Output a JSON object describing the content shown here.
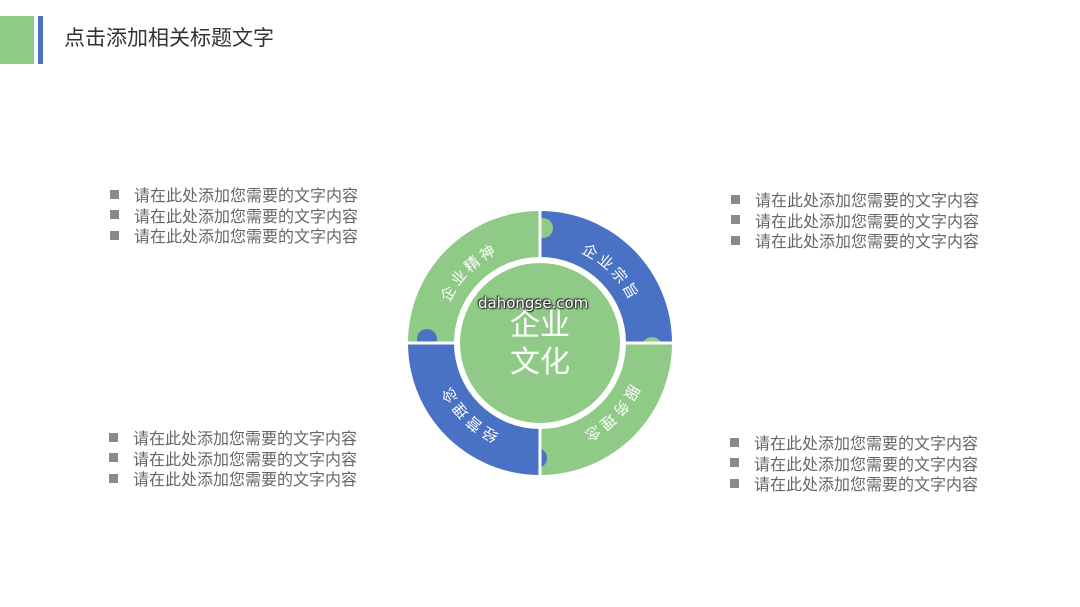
{
  "header": {
    "title": "点击添加相关标题文字"
  },
  "blocks": {
    "top_left": [
      "请在此处添加您需要的文字内容",
      "请在此处添加您需要的文字内容",
      "请在此处添加您需要的文字内容"
    ],
    "top_right": [
      "请在此处添加您需要的文字内容",
      "请在此处添加您需要的文字内容",
      "请在此处添加您需要的文字内容"
    ],
    "bottom_left": [
      "请在此处添加您需要的文字内容",
      "请在此处添加您需要的文字内容",
      "请在此处添加您需要的文字内容"
    ],
    "bottom_right": [
      "请在此处添加您需要的文字内容",
      "请在此处添加您需要的文字内容",
      "请在此处添加您需要的文字内容"
    ]
  },
  "diagram": {
    "center_line1": "企业",
    "center_line2": "文化",
    "segments": {
      "top_left": "企业精神",
      "top_right": "企业宗旨",
      "bottom_right": "服务理念",
      "bottom_left": "经营理念"
    }
  },
  "watermark": "dahongse.com",
  "colors": {
    "green": "#8fca86",
    "blue": "#4a72c4",
    "text": "#666666",
    "title": "#333333"
  }
}
